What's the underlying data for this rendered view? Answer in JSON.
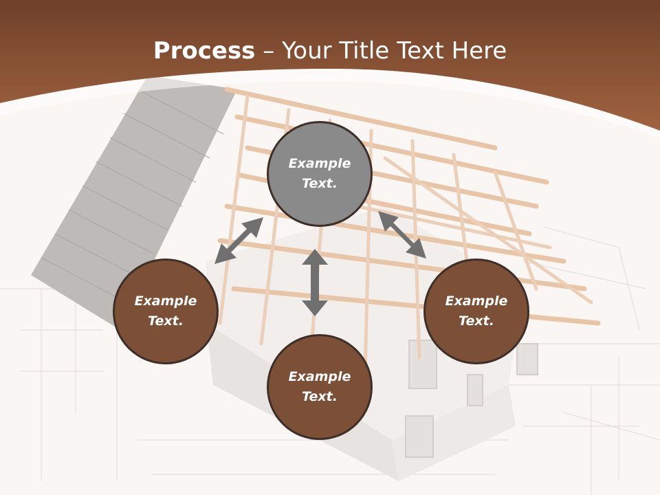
{
  "slide": {
    "title_bold": "Process",
    "title_rest": " – Your Title Text Here",
    "colors": {
      "header": "#8f5638",
      "brown_circle": "#7c4f37",
      "gray_circle": "#8a8a8a",
      "arrow": "#6e6e6e"
    }
  },
  "nodes": {
    "top": "Example\nText.",
    "left": "Example\nText.",
    "right": "Example\nText.",
    "bottom": "Example\nText."
  }
}
